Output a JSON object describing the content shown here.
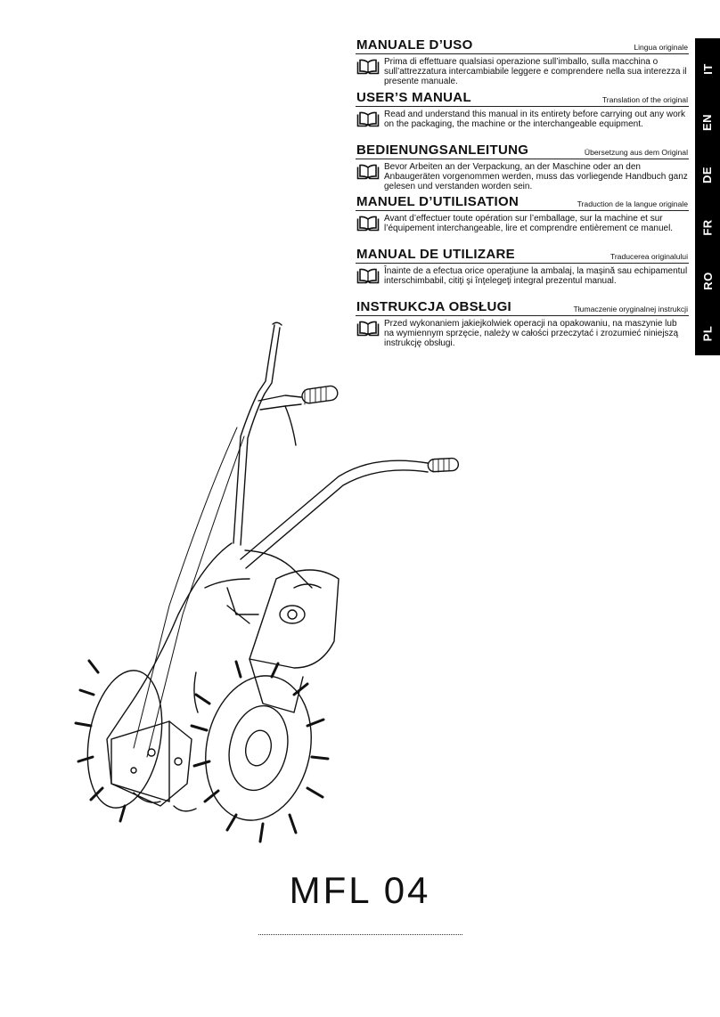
{
  "sections": [
    {
      "title": "MANUALE D’USO",
      "subtitle": "Lingua originale",
      "text": "Prima di effettuare qualsiasi operazione sull’imballo, sulla macchina o sull’attrezzatura intercambiabile leggere e comprendere nella sua interezza il presente manuale."
    },
    {
      "title": "USER’S MANUAL",
      "subtitle": "Translation of the original",
      "text": "Read and understand this manual in its entirety before carrying out any work on the packaging, the machine or the interchangeable equipment."
    },
    {
      "title": "BEDIENUNGSANLEITUNG",
      "subtitle": "Übersetzung aus dem Original",
      "text": "Bevor Arbeiten an der Verpackung, an der Maschine oder an den Anbaugeräten vorgenommen werden, muss das vorliegende Handbuch ganz gelesen und verstanden worden sein."
    },
    {
      "title": "MANUEL D’UTILISATION",
      "subtitle": "Traduction de la langue originale",
      "text": "Avant d’effectuer toute opération sur l’emballage, sur la machine et sur l’équipement interchangeable, lire et comprendre entièrement ce manuel."
    },
    {
      "title": "MANUAL DE UTILIZARE",
      "subtitle": "Traducerea originalului",
      "text": "Înainte de a efectua orice operaţiune la ambalaj, la maşină sau echipamentul interschimbabil, citiţi şi înţelegeţi integral prezentul manual."
    },
    {
      "title": "INSTRUKCJA OBSŁUGI",
      "subtitle": "Tłumaczenie oryginalnej instrukcji",
      "text": "Przed wykonaniem jakiejkolwiek operacji na opakowaniu, na maszynie lub na wymiennym sprzęcie, należy w całości przeczytać i zrozumieć niniejszą instrukcję obsługi."
    }
  ],
  "languages": [
    "IT",
    "EN",
    "DE",
    "FR",
    "RO",
    "PL"
  ],
  "model": "MFL 04",
  "icons": {
    "section_icon": "open-book-icon"
  },
  "colors": {
    "text": "#111111",
    "lang_bar": "#000000",
    "lang_text": "#ffffff"
  }
}
